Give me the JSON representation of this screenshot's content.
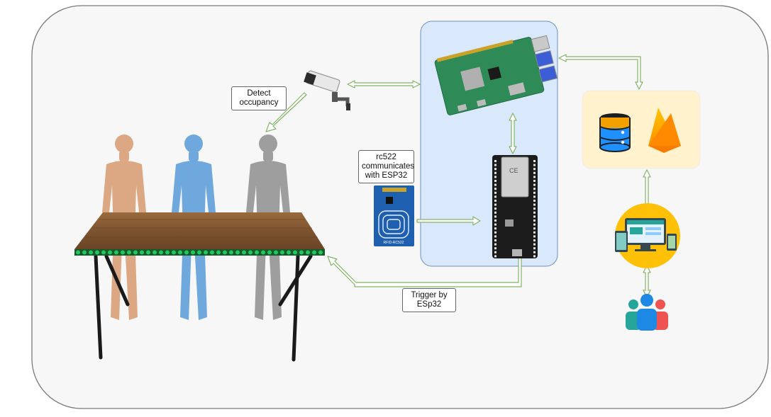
{
  "labels": {
    "detect": [
      "Detect",
      "occupancy"
    ],
    "rc522": [
      "rc522",
      "communicates",
      "with ESP32"
    ],
    "trigger": [
      "Trigger by",
      "ESp32"
    ]
  },
  "rfid_module_text": "RFID-RC522",
  "colors": {
    "canvas_bg": "#f7f7f7",
    "canvas_border": "#7a7a7a",
    "pi_panel_bg": "#dae8fc",
    "pi_panel_border": "#6c8ebf",
    "db_panel_bg": "#fff2cc",
    "arrow_fill": "#ffffff",
    "arrow_stroke": "#82b366",
    "table_top": "#8b5a2b",
    "led_strip": "#22c55e",
    "person_orange": "#dca883",
    "person_blue": "#6fa8dc",
    "person_gray": "#9e9e9e"
  },
  "icons": [
    "cctv-camera-icon",
    "raspberry-pi-board-icon",
    "esp32-board-icon",
    "rfid-rc522-icon",
    "database-icon",
    "firebase-icon",
    "devices-web-app-icon",
    "users-group-icon",
    "table-icon",
    "person-icon"
  ]
}
